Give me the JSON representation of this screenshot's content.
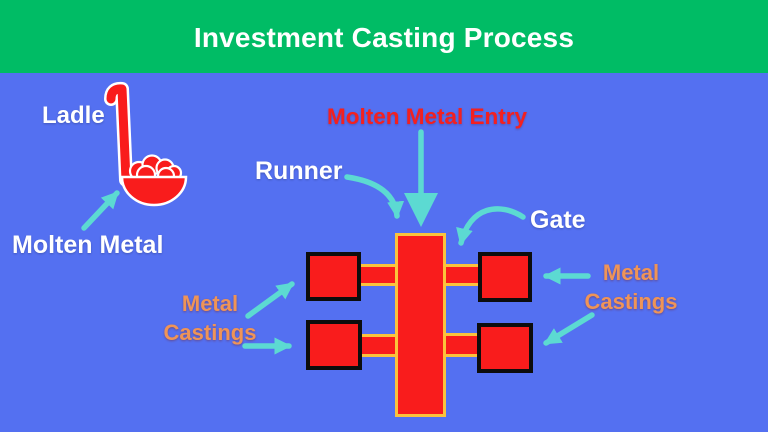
{
  "header": {
    "title": "Investment Casting Process"
  },
  "labels": {
    "ladle": "Ladle",
    "molten_metal": "Molten Metal",
    "molten_metal_entry": "Molten Metal Entry",
    "runner": "Runner",
    "gate": "Gate",
    "metal_castings_left_line1": "Metal",
    "metal_castings_left_line2": "Castings",
    "metal_castings_right_line1": "Metal",
    "metal_castings_right_line2": "Castings"
  },
  "diagram": {
    "casting_squares_count": 4
  },
  "colors": {
    "background": "#5470F1",
    "header_bar": "#00BC65",
    "metal_red": "#F91C1C",
    "mold_border_yellow": "#FBC33C",
    "casting_border_black": "#0D0D0D",
    "arrow_teal": "#5CDAD2",
    "castings_label_orange": "#EF9457",
    "entry_label_red": "#F32020",
    "label_white": "#FFFFFF"
  }
}
